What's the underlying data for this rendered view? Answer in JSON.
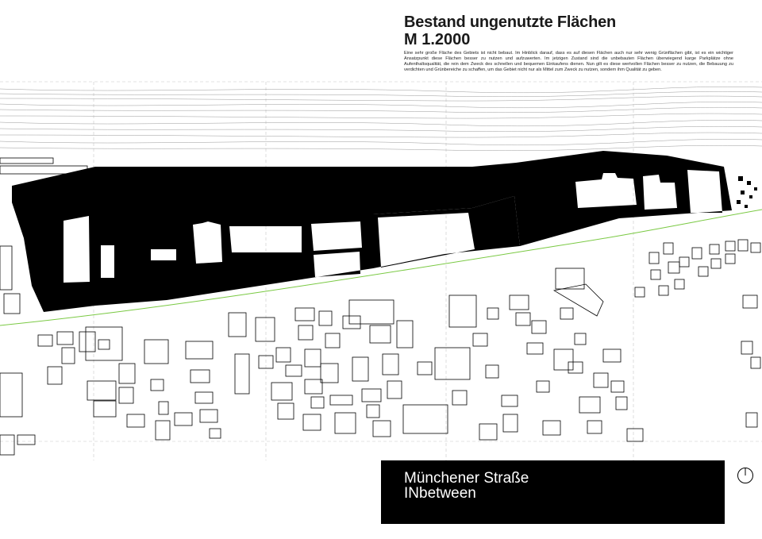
{
  "header": {
    "title": "Bestand ungenutzte Flächen",
    "scale": "M 1.2000",
    "description": "Eine sehr große Fläche des Gebiets ist nicht bebaut. Im Hinblick darauf, dass es auf diesen Flächen auch nur sehr wenig Grünflächen gibt, ist es ein wichtiger Ansatzpunkt diese Flächen besser zu nutzen und aufzuwerten. Im jetzigen Zustand sind die unbebauten Flächen überwiegend karge Parkplätze ohne Aufenthaltsqualität, die rein dem Zweck des schnellen und bequemen Einkaufens dienen. Nun gilt es diese wertvollen Flächen besser zu nutzen, die Bebauung zu verdichten und Grünbereiche zu schaffen, um das Gebiet nicht nur als Mittel zum Zweck zu nutzen, sondern ihm Qualität zu geben."
  },
  "title_block": {
    "line1": "Münchener Straße",
    "line2": "INbetween"
  },
  "colors": {
    "unused_area": "#000000",
    "green_line": "#7ac943",
    "building_outline": "#000000",
    "rail_lines": "#9a9a9a",
    "grid_lines": "#c8c8c8"
  },
  "icons": {
    "north_arrow": "north-arrow-icon"
  }
}
